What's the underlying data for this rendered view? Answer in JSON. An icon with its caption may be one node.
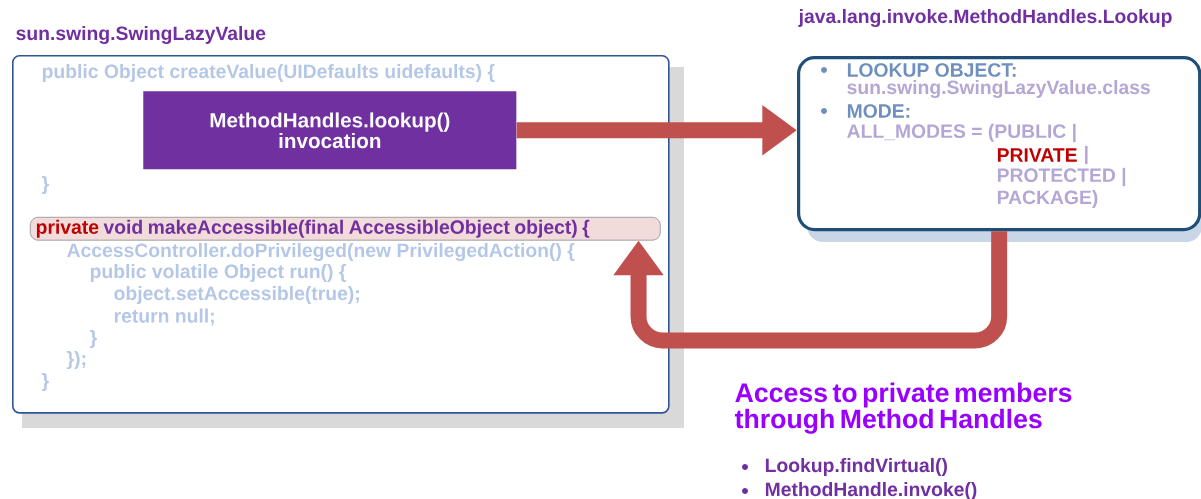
{
  "diagram": {
    "nodes": [
      {
        "text": [
          "sun.swing.SwingLazyValue"
        ]
      },
      {
        "text": [
          "MethodHandles.lookup() invocation"
        ],
        "in": 0
      },
      {
        "text": [
          "private",
          "void makeAccessible(final AccessibleObject object) {"
        ],
        "in": 0
      },
      {
        "text": [
          "java.lang.invoke.MethodHandles.Lookup",
          "LOOKUP OBJECT:",
          "sun.swing.SwingLazyValue.class",
          "MODE:",
          "ALL_MODES = (PUBLIC |",
          "PRIVATE",
          "|",
          "PROTECTED |",
          "PACKAGE)"
        ]
      }
    ],
    "edges": [
      {
        "from": 1,
        "to": 3,
        "arrow": "to"
      },
      {
        "from": 3,
        "to": 2,
        "arrow": "to"
      }
    ],
    "labels": [
      "public Object createValue(UIDefaults uidefaults) {",
      "}",
      "AccessController.doPrivileged(new PrivilegedAction() {",
      "public volatile Object run() {",
      "object.setAccessible(true);",
      "return null;",
      "}",
      "});",
      "}",
      "Access to private members through Method Handles",
      "Lookup.findVirtual()",
      "MethodHandle.invoke()"
    ]
  }
}
